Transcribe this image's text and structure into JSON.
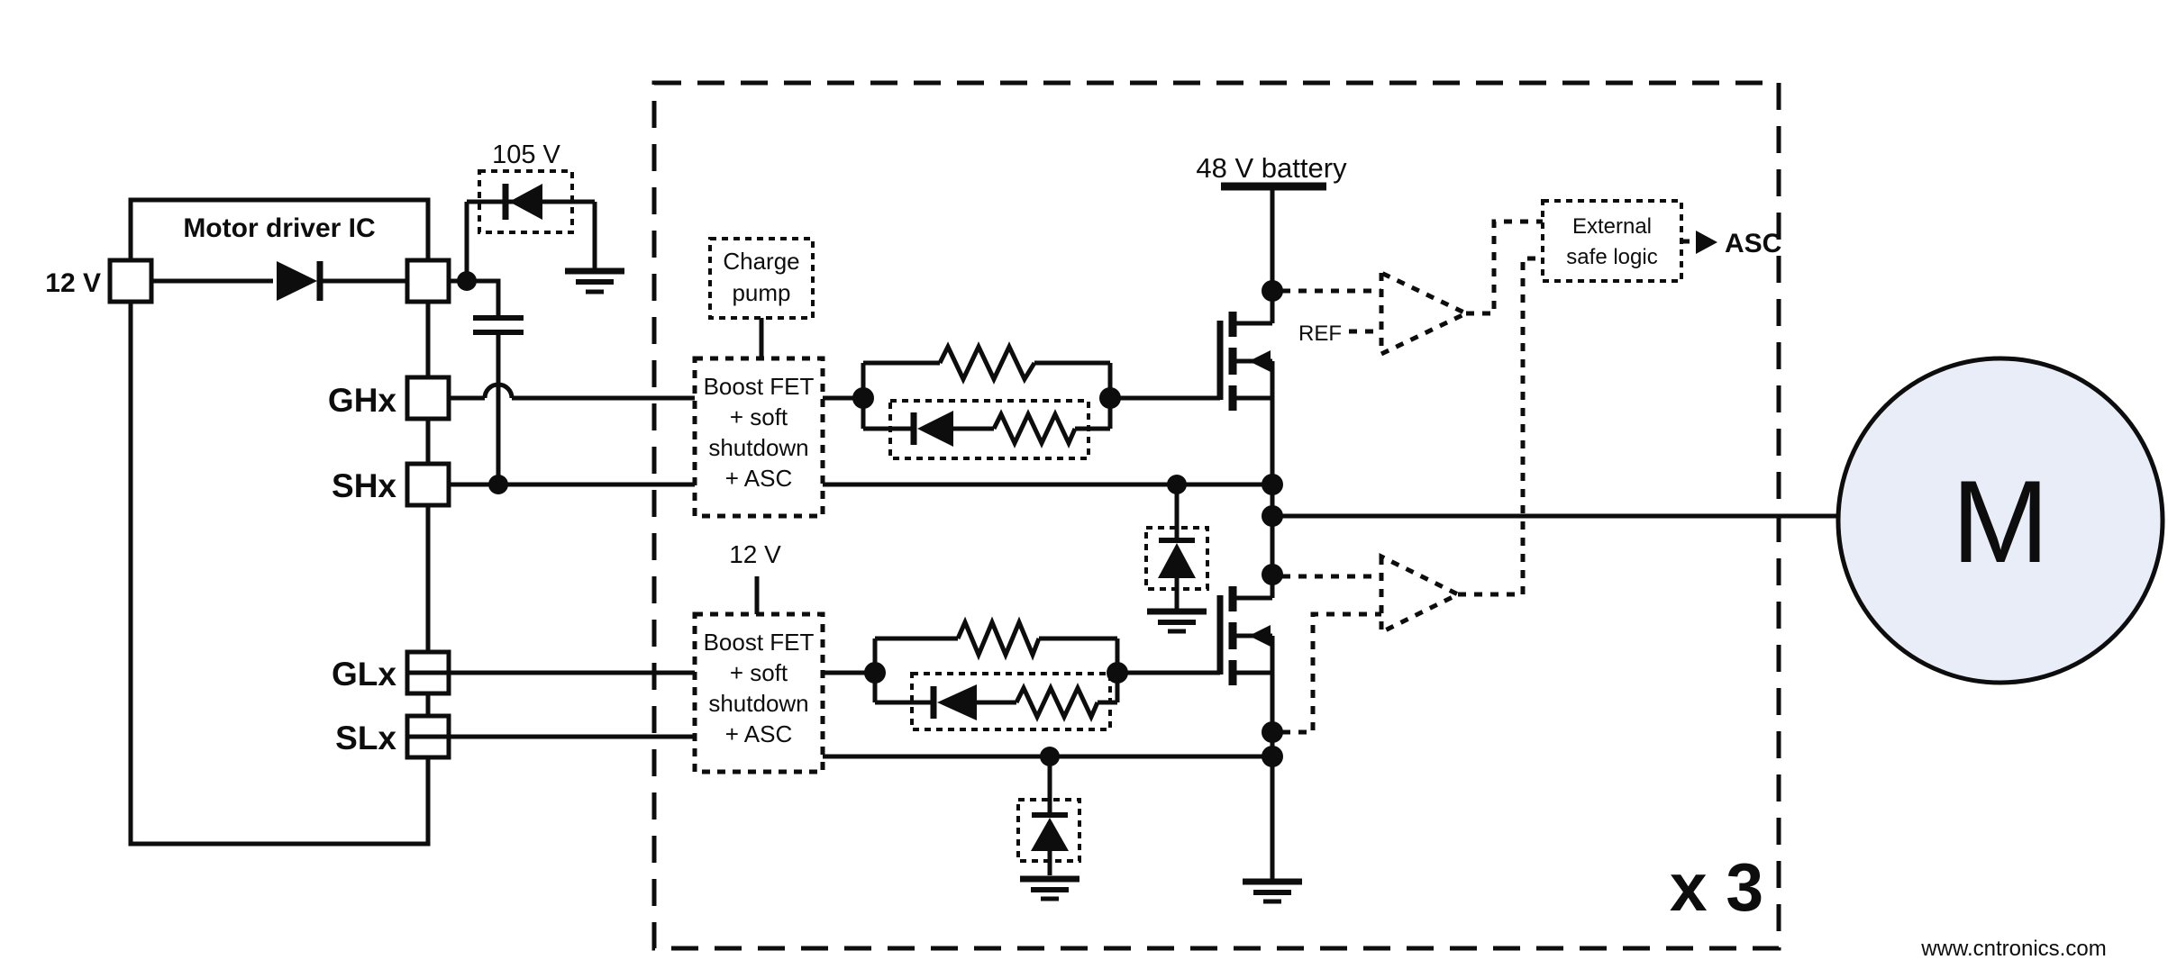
{
  "diagram": {
    "ic": {
      "title": "Motor driver IC",
      "input_label": "12 V",
      "pins": {
        "ghx": "GHx",
        "shx": "SHx",
        "glx": "GLx",
        "slx": "SLx"
      }
    },
    "clamp_voltage": "105 V",
    "charge_pump": {
      "line1": "Charge",
      "line2": "pump"
    },
    "boost_high": {
      "line1": "Boost FET",
      "line2": "+ soft",
      "line3": "shutdown",
      "line4": "+ ASC"
    },
    "boost_low": {
      "line1": "Boost FET",
      "line2": "+ soft",
      "line3": "shutdown",
      "line4": "+ ASC",
      "supply": "12 V"
    },
    "battery": "48 V battery",
    "ref": "REF",
    "safe_logic": {
      "line1": "External",
      "line2": "safe logic",
      "output": "ASC"
    },
    "motor": "M",
    "multiplier": "x 3",
    "watermark": "www.cntronics.com",
    "colors": {
      "line": "#0d0d0d",
      "motor_fill": "#e9edf8",
      "watermark": "#a9d8a1"
    }
  }
}
